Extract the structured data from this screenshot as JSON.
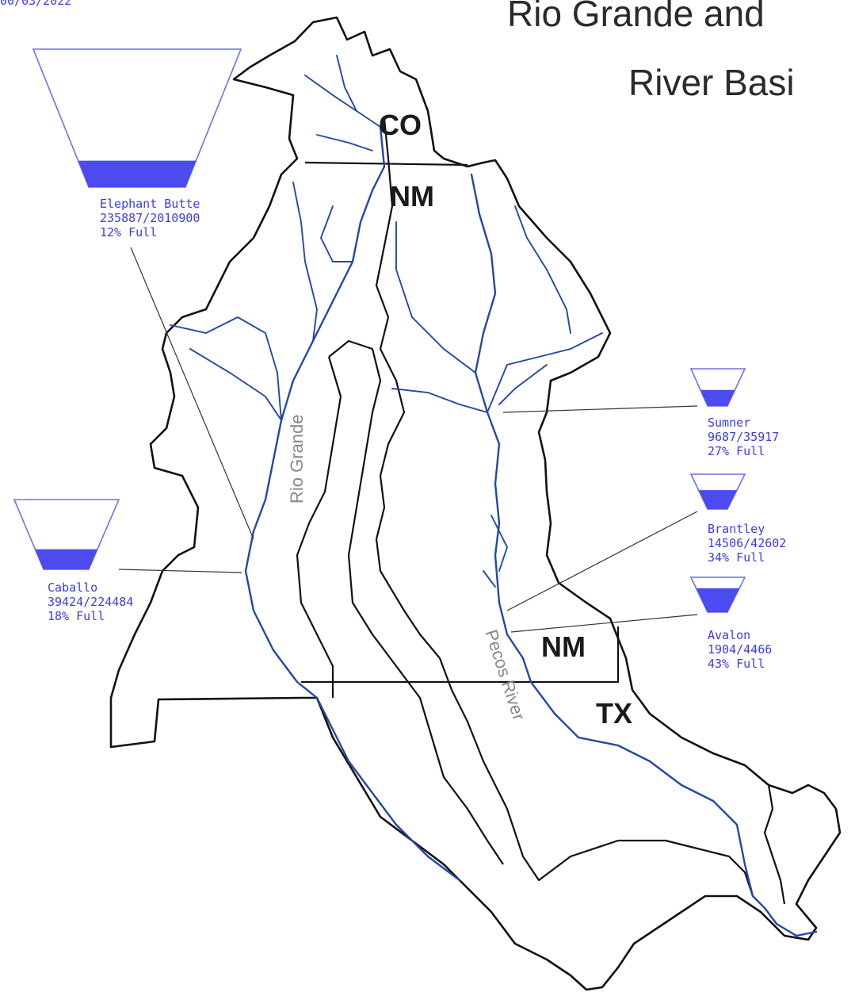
{
  "header": {
    "date_fragment": "00/03/2022",
    "title_line1": "Rio Grande and",
    "title_line2": "River Basi"
  },
  "states": {
    "co": "CO",
    "nm_north": "NM",
    "nm_south": "NM",
    "tx": "TX"
  },
  "rivers": {
    "rio_grande": "Rio Grande",
    "pecos": "Pecos River"
  },
  "reservoirs": [
    {
      "name": "Elephant Butte",
      "storage": "235887/2010900",
      "status": "12% Full",
      "percent_full": 12
    },
    {
      "name": "Caballo",
      "storage": "39424/224484",
      "status": "18% Full",
      "percent_full": 18
    },
    {
      "name": "Sumner",
      "storage": "9687/35917",
      "status": "27% Full",
      "percent_full": 27
    },
    {
      "name": "Brantley",
      "storage": "14506/42602",
      "status": "34% Full",
      "percent_full": 34
    },
    {
      "name": "Avalon",
      "storage": "1904/4466",
      "status": "43% Full",
      "percent_full": 43
    }
  ],
  "colors": {
    "reservoir_water": "#4b4bef",
    "reservoir_outline": "#6f6ff0",
    "river": "#2447a8",
    "boundary": "#111111"
  }
}
